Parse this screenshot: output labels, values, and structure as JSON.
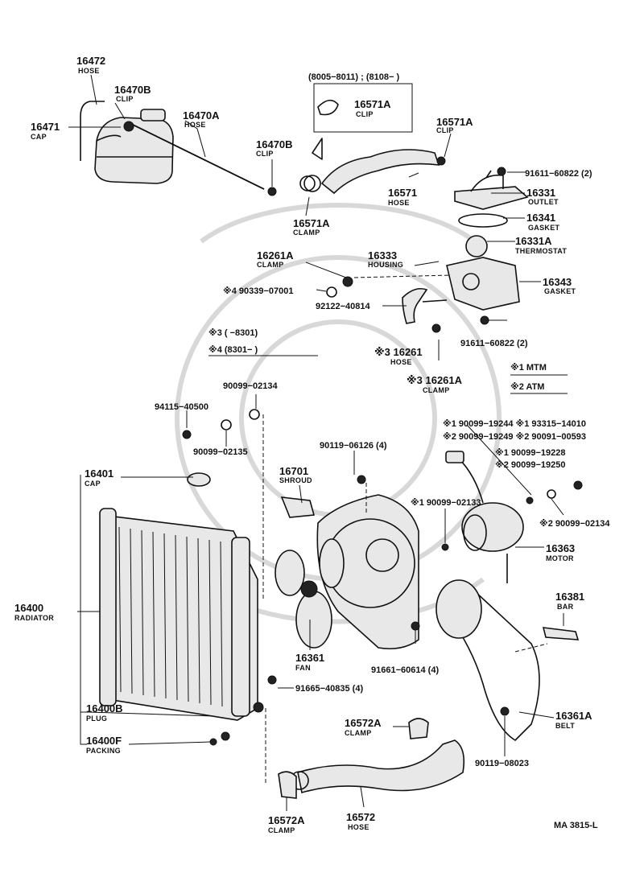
{
  "diagram": {
    "code": "MA 3815-L",
    "variant_header": "(8005−8011) ; (8108−        )",
    "notes": {
      "n3": "※3 (        −8301)",
      "n4": "※4 (8301−        )",
      "n1": "※1 MTM",
      "n2": "※2 ATM"
    },
    "parts": [
      {
        "id": "p16472",
        "number": "16472",
        "name": "HOSE"
      },
      {
        "id": "p16470B",
        "number": "16470B",
        "name": "CLIP"
      },
      {
        "id": "p16471",
        "number": "16471",
        "name": "CAP"
      },
      {
        "id": "p16470A",
        "number": "16470A",
        "name": "HOSE"
      },
      {
        "id": "p16470B2",
        "number": "16470B",
        "name": "CLIP"
      },
      {
        "id": "p16571Ab",
        "number": "16571A",
        "name": "CLIP"
      },
      {
        "id": "p16571At",
        "number": "16571A",
        "name": "CLIP"
      },
      {
        "id": "p16571",
        "number": "16571",
        "name": "HOSE"
      },
      {
        "id": "p16571Ac",
        "number": "16571A",
        "name": "CLAMP"
      },
      {
        "id": "p91611a",
        "number": "91611−60822 (2)",
        "name": ""
      },
      {
        "id": "p16331",
        "number": "16331",
        "name": "OUTLET"
      },
      {
        "id": "p16341",
        "number": "16341",
        "name": "GASKET"
      },
      {
        "id": "p16331A",
        "number": "16331A",
        "name": "THERMOSTAT"
      },
      {
        "id": "p16261A",
        "number": "16261A",
        "name": "CLAMP"
      },
      {
        "id": "p16333",
        "number": "16333",
        "name": "HOUSING"
      },
      {
        "id": "p90339",
        "number": "※4 90339−07001",
        "name": ""
      },
      {
        "id": "p92122",
        "number": "92122−40814",
        "name": ""
      },
      {
        "id": "p16343",
        "number": "16343",
        "name": "GASKET"
      },
      {
        "id": "p91611b",
        "number": "91611−60822 (2)",
        "name": ""
      },
      {
        "id": "p16261",
        "number": "※3 16261",
        "name": "HOSE"
      },
      {
        "id": "p16261A2",
        "number": "※3 16261A",
        "name": "CLAMP"
      },
      {
        "id": "p90099a",
        "number": "90099−02134",
        "name": ""
      },
      {
        "id": "p94115",
        "number": "94115−40500",
        "name": ""
      },
      {
        "id": "p90099b",
        "number": "90099−02135",
        "name": ""
      },
      {
        "id": "p90119a",
        "number": "90119−06126 (4)",
        "name": ""
      },
      {
        "id": "p16401",
        "number": "16401",
        "name": "CAP"
      },
      {
        "id": "p16701",
        "number": "16701",
        "name": "SHROUD"
      },
      {
        "id": "p90099c",
        "number": "※1 90099−02133",
        "name": ""
      },
      {
        "id": "p16400",
        "number": "16400",
        "name": "RADIATOR"
      },
      {
        "id": "p16363",
        "number": "16363",
        "name": "MOTOR"
      },
      {
        "id": "p16361",
        "number": "16361",
        "name": "FAN"
      },
      {
        "id": "p91661",
        "number": "91661−60614 (4)",
        "name": ""
      },
      {
        "id": "p16381",
        "number": "16381",
        "name": "BAR"
      },
      {
        "id": "p91665",
        "number": "91665−40835 (4)",
        "name": ""
      },
      {
        "id": "p16400B",
        "number": "16400B",
        "name": "PLUG"
      },
      {
        "id": "p16400F",
        "number": "16400F",
        "name": "PACKING"
      },
      {
        "id": "p16572A",
        "number": "16572A",
        "name": "CLAMP"
      },
      {
        "id": "p16361A",
        "number": "16361A",
        "name": "BELT"
      },
      {
        "id": "p90119b",
        "number": "90119−08023",
        "name": ""
      },
      {
        "id": "p16572",
        "number": "16572",
        "name": "HOSE"
      },
      {
        "id": "p16572A2",
        "number": "16572A",
        "name": "CLAMP"
      },
      {
        "id": "p90099d",
        "number": "※2 90099−02134",
        "name": ""
      }
    ],
    "motor_options": [
      "※1 90099−19244  ※1 93315−14010",
      "※2 90099−19249  ※2 90091−00593",
      "※1 90099−19228",
      "※2 90099−19250"
    ]
  }
}
